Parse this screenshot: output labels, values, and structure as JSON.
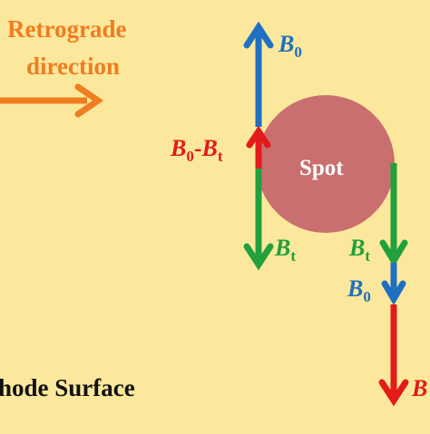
{
  "background_color": "#fbe89c",
  "colors": {
    "orange": "#f07d22",
    "blue": "#1f6fc2",
    "red": "#e31b1b",
    "green": "#21a03c",
    "spot_fill": "#c96f6f",
    "text_dark": "#111111",
    "white": "#ffffff"
  },
  "labels": {
    "retrograde_line1": "Retrograde",
    "retrograde_line2": "direction",
    "spot": "Spot",
    "surface": "hode Surface",
    "b0_top": "B",
    "b0_top_sub": "0",
    "diff_b": "B",
    "diff_sub0": "0",
    "diff_dash": "-",
    "diff_b2": "B",
    "diff_subt": "t",
    "bt_left": "B",
    "bt_left_sub": "t",
    "bt_right": "B",
    "bt_right_sub": "t",
    "b0_right": "B",
    "b0_right_sub": "0",
    "bottom_right": "B"
  },
  "icons": [
    "right-arrow-icon",
    "up-arrow-icon",
    "down-arrow-icon"
  ]
}
